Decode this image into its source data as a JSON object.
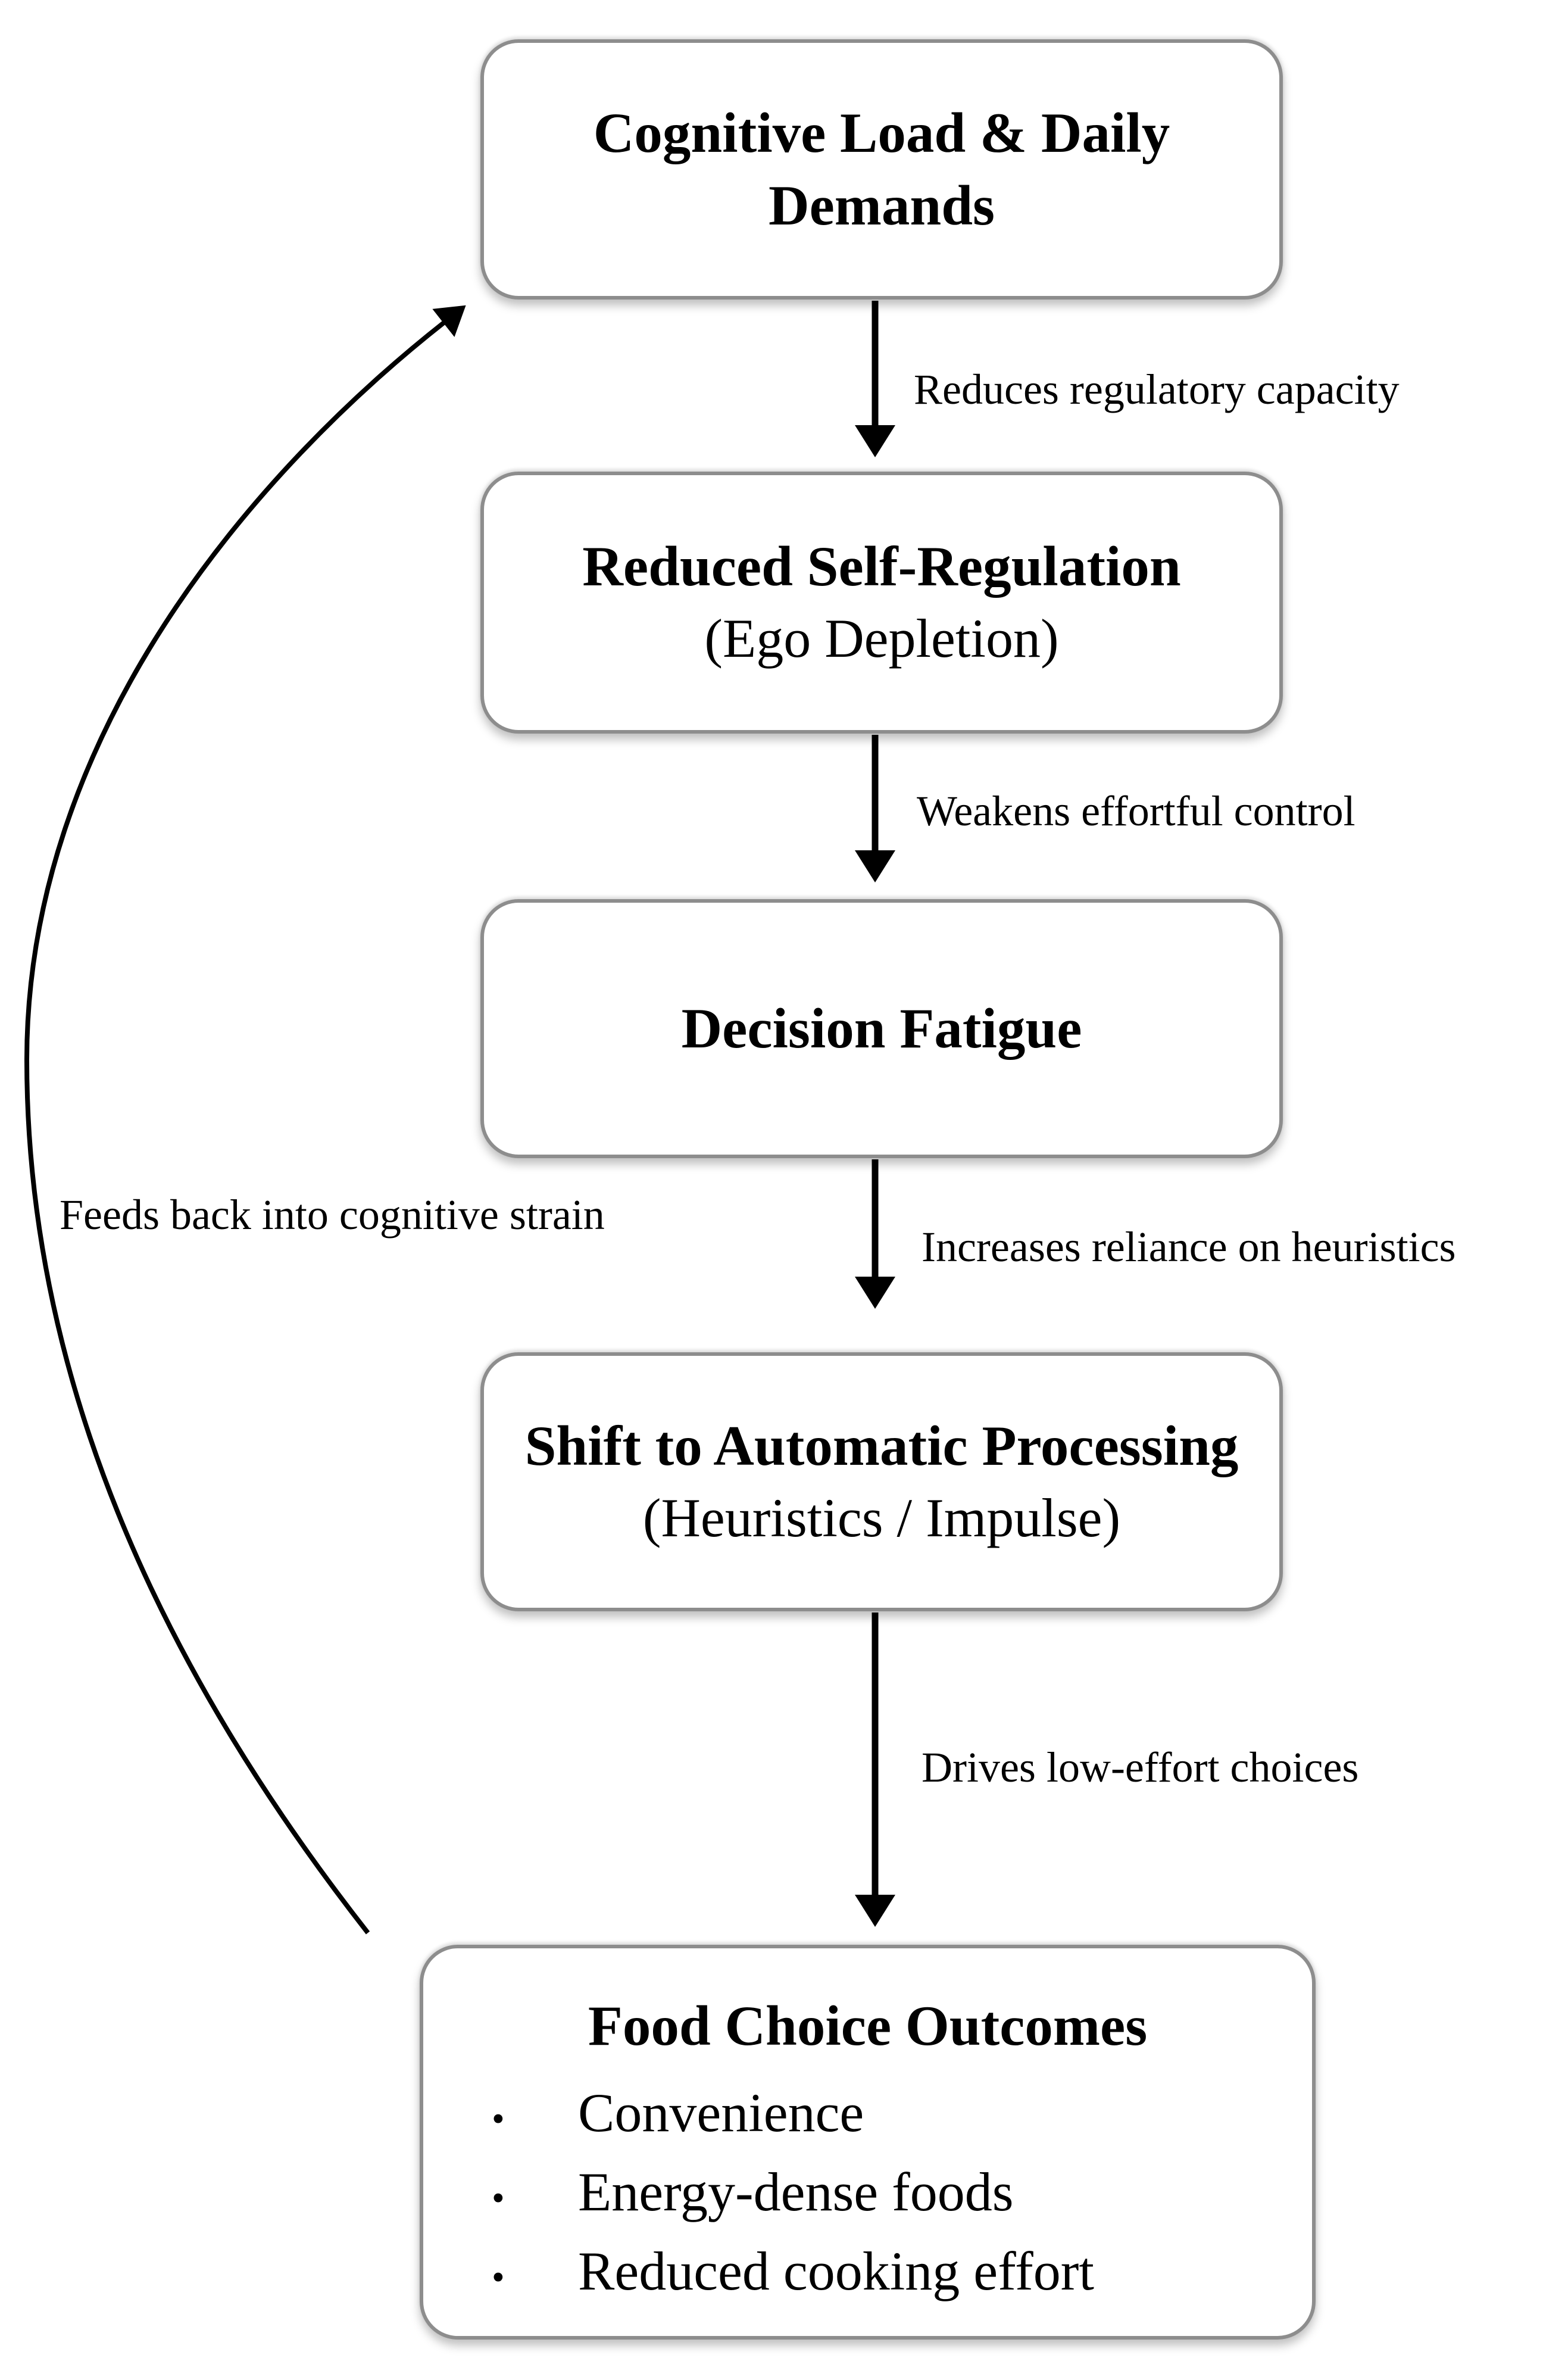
{
  "diagram": {
    "bullet_glyph": "•",
    "nodes": [
      {
        "id": "cognitive-load",
        "title": "Cognitive Load & Daily Demands"
      },
      {
        "id": "reduced-self-regulation",
        "title": "Reduced Self-Regulation",
        "subtitle": "(Ego Depletion)"
      },
      {
        "id": "decision-fatigue",
        "title": "Decision Fatigue"
      },
      {
        "id": "automatic-processing",
        "title": "Shift to Automatic Processing",
        "subtitle": "(Heuristics / Impulse)"
      },
      {
        "id": "food-choice-outcomes",
        "title": "Food Choice Outcomes",
        "bullets": [
          "Convenience",
          "Energy-dense foods",
          "Reduced cooking effort"
        ]
      }
    ],
    "edges": [
      {
        "from": "cognitive-load",
        "to": "reduced-self-regulation",
        "label": "Reduces regulatory capacity"
      },
      {
        "from": "reduced-self-regulation",
        "to": "decision-fatigue",
        "label": "Weakens effortful control"
      },
      {
        "from": "decision-fatigue",
        "to": "automatic-processing",
        "label": "Increases reliance on heuristics"
      },
      {
        "from": "automatic-processing",
        "to": "food-choice-outcomes",
        "label": "Drives low-effort choices"
      }
    ],
    "feedback": {
      "from": "food-choice-outcomes",
      "to": "cognitive-load",
      "label": "Feeds back into cognitive strain"
    },
    "colors": {
      "background": "#ffffff",
      "box_fill": "#ffffff",
      "box_border": "#8d8d8d",
      "text": "#000000",
      "arrow": "#000000"
    }
  }
}
